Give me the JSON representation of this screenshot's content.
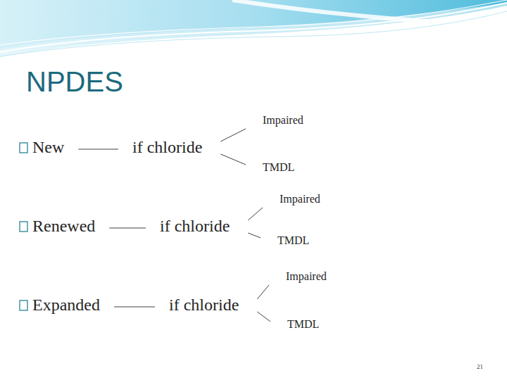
{
  "diagram": {
    "title": "NPDES",
    "nodes": [
      {
        "text": [
          "New"
        ]
      },
      {
        "text": [
          "if chloride"
        ]
      },
      {
        "text": [
          "Impaired"
        ]
      },
      {
        "text": [
          "TMDL"
        ]
      },
      {
        "text": [
          "Renewed"
        ]
      },
      {
        "text": [
          "if chloride"
        ]
      },
      {
        "text": [
          "Impaired"
        ]
      },
      {
        "text": [
          "TMDL"
        ]
      },
      {
        "text": [
          "Expanded"
        ]
      },
      {
        "text": [
          "if chloride"
        ]
      },
      {
        "text": [
          "Impaired"
        ]
      },
      {
        "text": [
          "TMDL"
        ]
      }
    ],
    "edges": [
      {
        "from": 0,
        "to": 1,
        "arrow": "none"
      },
      {
        "from": 1,
        "to": 2,
        "arrow": "none"
      },
      {
        "from": 1,
        "to": 3,
        "arrow": "none"
      },
      {
        "from": 4,
        "to": 5,
        "arrow": "none"
      },
      {
        "from": 5,
        "to": 6,
        "arrow": "none"
      },
      {
        "from": 5,
        "to": 7,
        "arrow": "none"
      },
      {
        "from": 8,
        "to": 9,
        "arrow": "none"
      },
      {
        "from": 9,
        "to": 10,
        "arrow": "none"
      },
      {
        "from": 9,
        "to": 11,
        "arrow": "none"
      }
    ],
    "labels": [
      "21"
    ]
  }
}
